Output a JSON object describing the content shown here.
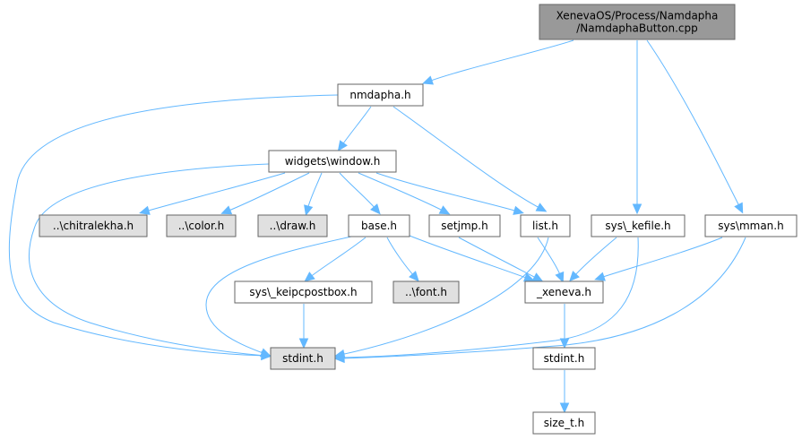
{
  "diagram": {
    "type": "include-dependency-graph",
    "colors": {
      "root_fill": "#999999",
      "normal_fill": "#ffffff",
      "external_fill": "#e0e0e0",
      "border": "#666666",
      "edge": "#63b8ff"
    },
    "nodes": [
      {
        "id": "root",
        "lines": [
          "XenevaOS/Process/Namdapha",
          "/NamdaphaButton.cpp"
        ],
        "kind": "root"
      },
      {
        "id": "nmdapha",
        "lines": [
          "nmdapha.h"
        ],
        "kind": "normal"
      },
      {
        "id": "window",
        "lines": [
          "widgets\\window.h"
        ],
        "kind": "normal"
      },
      {
        "id": "chitralekha",
        "lines": [
          "..\\chitralekha.h"
        ],
        "kind": "external"
      },
      {
        "id": "color",
        "lines": [
          "..\\color.h"
        ],
        "kind": "external"
      },
      {
        "id": "draw",
        "lines": [
          "..\\draw.h"
        ],
        "kind": "external"
      },
      {
        "id": "base",
        "lines": [
          "base.h"
        ],
        "kind": "normal"
      },
      {
        "id": "setjmp",
        "lines": [
          "setjmp.h"
        ],
        "kind": "normal"
      },
      {
        "id": "list",
        "lines": [
          "list.h"
        ],
        "kind": "normal"
      },
      {
        "id": "kefile",
        "lines": [
          "sys\\_kefile.h"
        ],
        "kind": "normal"
      },
      {
        "id": "mman",
        "lines": [
          "sys\\mman.h"
        ],
        "kind": "normal"
      },
      {
        "id": "keipc",
        "lines": [
          "sys\\_keipcpostbox.h"
        ],
        "kind": "normal"
      },
      {
        "id": "font",
        "lines": [
          "..\\font.h"
        ],
        "kind": "external"
      },
      {
        "id": "xeneva",
        "lines": [
          "_xeneva.h"
        ],
        "kind": "normal"
      },
      {
        "id": "stdint_ext",
        "lines": [
          "stdint.h"
        ],
        "kind": "external"
      },
      {
        "id": "stdint",
        "lines": [
          "stdint.h"
        ],
        "kind": "normal"
      },
      {
        "id": "size_t",
        "lines": [
          "size_t.h"
        ],
        "kind": "normal"
      }
    ],
    "edges": [
      {
        "from": "root",
        "to": "nmdapha"
      },
      {
        "from": "root",
        "to": "kefile"
      },
      {
        "from": "root",
        "to": "mman"
      },
      {
        "from": "nmdapha",
        "to": "window"
      },
      {
        "from": "nmdapha",
        "to": "list"
      },
      {
        "from": "nmdapha",
        "to": "stdint_ext"
      },
      {
        "from": "window",
        "to": "chitralekha"
      },
      {
        "from": "window",
        "to": "color"
      },
      {
        "from": "window",
        "to": "draw"
      },
      {
        "from": "window",
        "to": "base"
      },
      {
        "from": "window",
        "to": "setjmp"
      },
      {
        "from": "window",
        "to": "list"
      },
      {
        "from": "window",
        "to": "stdint_ext"
      },
      {
        "from": "base",
        "to": "keipc"
      },
      {
        "from": "base",
        "to": "font"
      },
      {
        "from": "base",
        "to": "xeneva"
      },
      {
        "from": "base",
        "to": "stdint_ext"
      },
      {
        "from": "setjmp",
        "to": "xeneva"
      },
      {
        "from": "list",
        "to": "xeneva"
      },
      {
        "from": "list",
        "to": "stdint_ext"
      },
      {
        "from": "kefile",
        "to": "xeneva"
      },
      {
        "from": "kefile",
        "to": "stdint_ext"
      },
      {
        "from": "mman",
        "to": "xeneva"
      },
      {
        "from": "mman",
        "to": "stdint_ext"
      },
      {
        "from": "keipc",
        "to": "stdint_ext"
      },
      {
        "from": "xeneva",
        "to": "stdint"
      },
      {
        "from": "stdint",
        "to": "size_t"
      }
    ]
  }
}
